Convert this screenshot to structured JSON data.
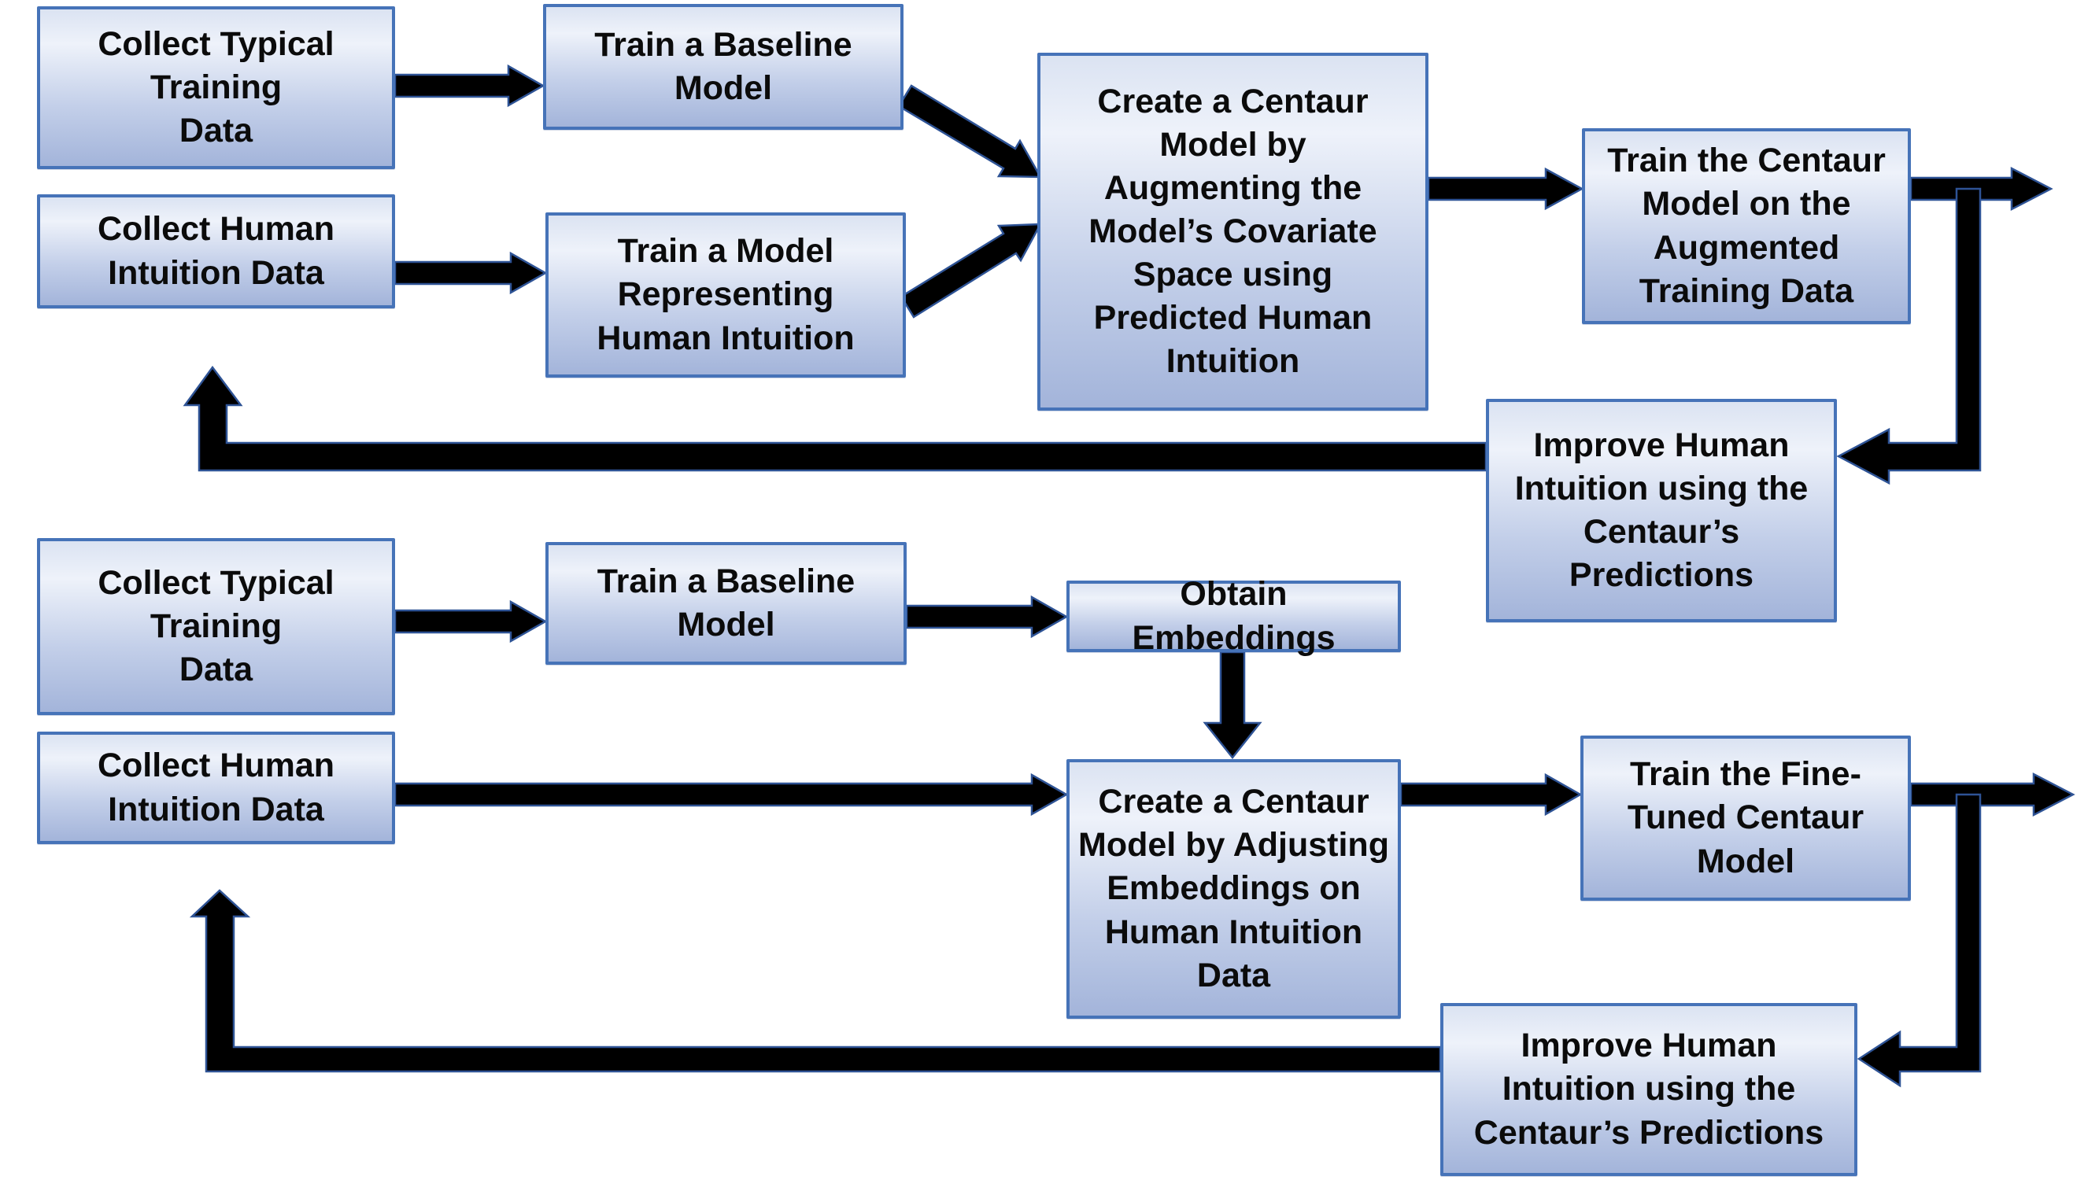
{
  "page_title": "Centaur model training pipelines flowchart",
  "colors": {
    "background": "#ffffff",
    "box_border": "#4673b8",
    "box_fill_top": "#dbe3f2",
    "box_fill_bottom": "#a3b4da",
    "arrow_fill": "#000000",
    "arrow_outline": "#2e5395",
    "text": "#0b0b0b"
  },
  "nodes": {
    "t1": {
      "label": "Collect Typical\nTraining\nData"
    },
    "t2": {
      "label": "Collect Human\nIntuition Data"
    },
    "t3": {
      "label": "Train a Baseline\nModel"
    },
    "t4": {
      "label": "Train a Model\nRepresenting\nHuman Intuition"
    },
    "c1": {
      "label": "Create a Centaur\nModel by\nAugmenting the\nModel’s Covariate\nSpace using\nPredicted Human\nIntuition"
    },
    "t5": {
      "label": "Train the Centaur\nModel on the\nAugmented\nTraining Data"
    },
    "i1": {
      "label": "Improve Human\nIntuition using the\nCentaur’s\nPredictions"
    },
    "b1": {
      "label": "Collect Typical\nTraining\nData"
    },
    "b2": {
      "label": "Collect Human\nIntuition Data"
    },
    "b3": {
      "label": "Train a Baseline\nModel"
    },
    "b4": {
      "label": "Obtain Embeddings"
    },
    "c2": {
      "label": "Create a Centaur\nModel by Adjusting\nEmbeddings on\nHuman Intuition\nData"
    },
    "t6": {
      "label": "Train the Fine-\nTuned Centaur\nModel"
    },
    "i2": {
      "label": "Improve Human\nIntuition using the\nCentaur’s Predictions"
    }
  },
  "edges": [
    {
      "from": "t1",
      "to": "t3",
      "type": "straight-right"
    },
    {
      "from": "t2",
      "to": "t4",
      "type": "straight-right"
    },
    {
      "from": "t3",
      "to": "c1",
      "type": "diagonal-down-right"
    },
    {
      "from": "t4",
      "to": "c1",
      "type": "diagonal-up-right"
    },
    {
      "from": "c1",
      "to": "t5",
      "type": "straight-right"
    },
    {
      "from": "t5",
      "to": "out-right",
      "type": "straight-right"
    },
    {
      "from": "t5",
      "to": "i1",
      "type": "elbow-down-left"
    },
    {
      "from": "i1",
      "to": "t2",
      "type": "long-left-then-up"
    },
    {
      "from": "b1",
      "to": "b3",
      "type": "straight-right"
    },
    {
      "from": "b3",
      "to": "b4",
      "type": "straight-right"
    },
    {
      "from": "b4",
      "to": "c2",
      "type": "straight-down"
    },
    {
      "from": "b2",
      "to": "c2",
      "type": "long-right"
    },
    {
      "from": "c2",
      "to": "t6",
      "type": "straight-right"
    },
    {
      "from": "t6",
      "to": "out-right",
      "type": "straight-right"
    },
    {
      "from": "t6",
      "to": "i2",
      "type": "elbow-down-left"
    },
    {
      "from": "i2",
      "to": "b2",
      "type": "long-left-then-up"
    }
  ]
}
